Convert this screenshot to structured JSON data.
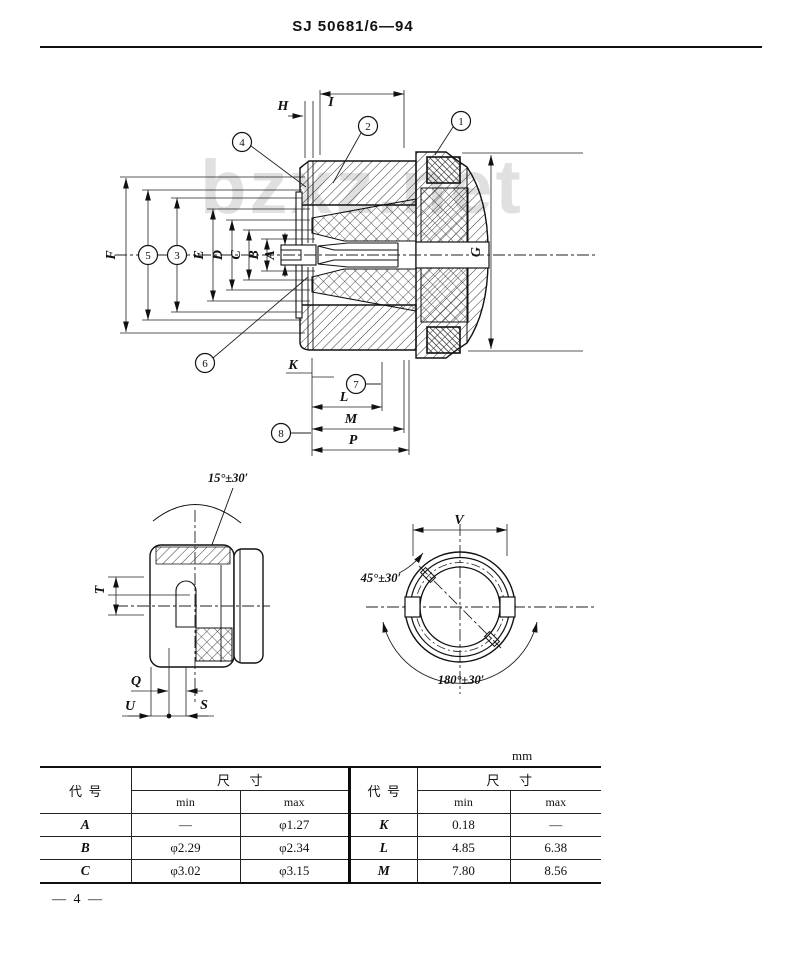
{
  "page": {
    "header_title": "SJ 50681/6—94",
    "watermark": "bzxz.net",
    "unit_label": "mm",
    "page_number": "— 4 —"
  },
  "main_drawing": {
    "dims": {
      "H": "H",
      "I": "I",
      "A": "A",
      "B": "B",
      "C": "C",
      "D": "D",
      "E": "E",
      "F": "F",
      "G": "G",
      "K": "K",
      "L": "L",
      "M": "M",
      "P": "P"
    },
    "callouts": {
      "c1": "1",
      "c2": "2",
      "c3": "3",
      "c4": "4",
      "c5": "5",
      "c6": "6",
      "c7": "7",
      "c8": "8"
    }
  },
  "side_view": {
    "angle_top": "15°±30′",
    "dims": {
      "T": "T",
      "Q": "Q",
      "U": "U",
      "S": "S"
    }
  },
  "end_view": {
    "dims": {
      "V": "V"
    },
    "angle_left": "45°±30′",
    "angle_bottom": "180°±30′"
  },
  "table": {
    "headers": {
      "code": "代  号",
      "size": "尺      寸",
      "min": "min",
      "max": "max"
    },
    "left_rows": [
      {
        "code": "A",
        "min": "—",
        "max": "φ1.27"
      },
      {
        "code": "B",
        "min": "φ2.29",
        "max": "φ2.34"
      },
      {
        "code": "C",
        "min": "φ3.02",
        "max": "φ3.15"
      }
    ],
    "right_rows": [
      {
        "code": "K",
        "min": "0.18",
        "max": "—"
      },
      {
        "code": "L",
        "min": "4.85",
        "max": "6.38"
      },
      {
        "code": "M",
        "min": "7.80",
        "max": "8.56"
      }
    ]
  }
}
